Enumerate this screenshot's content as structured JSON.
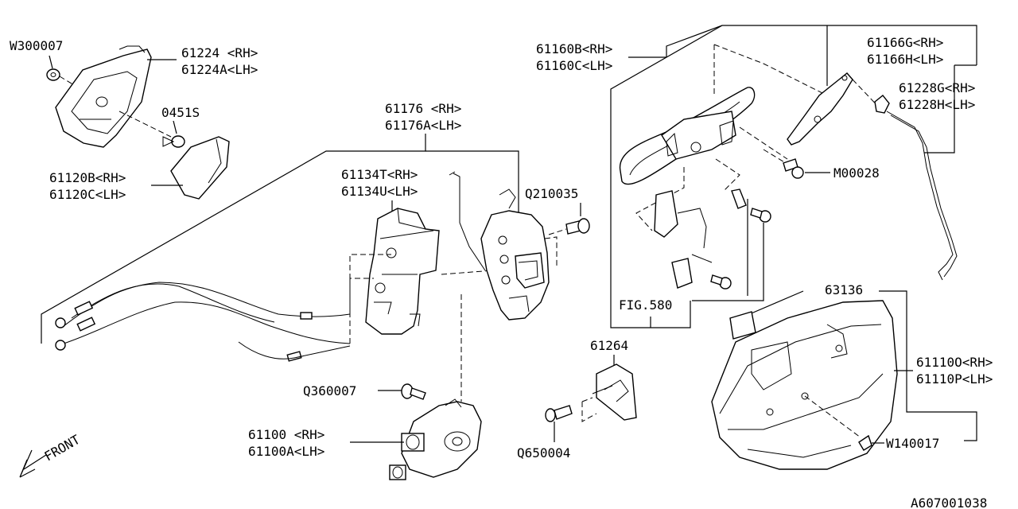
{
  "diagram": {
    "figure_code": "A607001038",
    "front_label": "FRONT",
    "callouts": {
      "w300007": "W300007",
      "p61224_rh": "61224 <RH>",
      "p61224_lh": "61224A<LH>",
      "p0451s": "0451S",
      "p61120_rh": "61120B<RH>",
      "p61120_lh": "61120C<LH>",
      "p61176_rh": "61176 <RH>",
      "p61176_lh": "61176A<LH>",
      "p61134_rh": "61134T<RH>",
      "p61134_lh": "61134U<LH>",
      "q210035": "Q210035",
      "q360007": "Q360007",
      "p61100_rh": "61100 <RH>",
      "p61100_lh": "61100A<LH>",
      "p61264": "61264",
      "q650004": "Q650004",
      "p61160_rh": "61160B<RH>",
      "p61160_lh": "61160C<LH>",
      "p61166_rh": "61166G<RH>",
      "p61166_lh": "61166H<LH>",
      "p61228_rh": "61228G<RH>",
      "p61228_lh": "61228H<LH>",
      "m00028": "M00028",
      "fig580": "FIG.580",
      "p63136": "63136",
      "p61110_rh": "61110O<RH>",
      "p61110_lh": "61110P<LH>",
      "w140017": "W140017"
    }
  }
}
